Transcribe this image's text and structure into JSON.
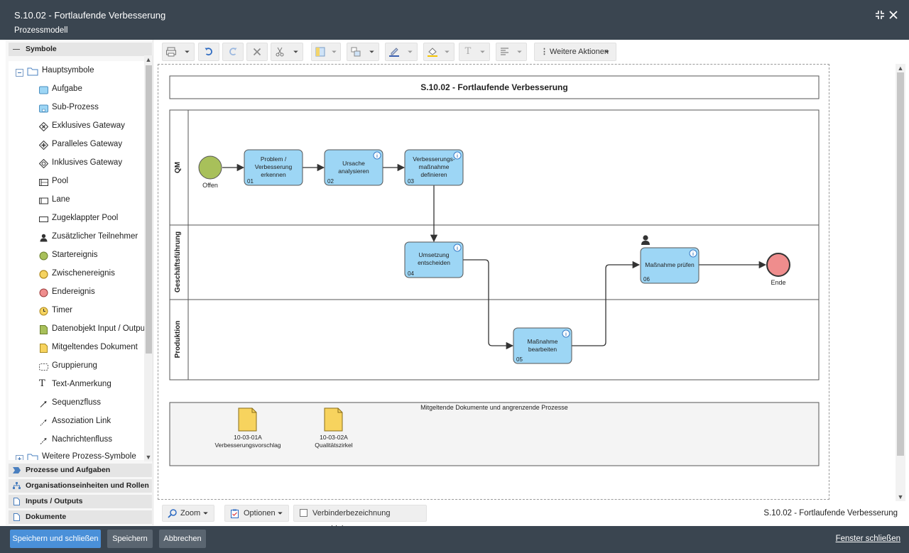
{
  "window": {
    "title": "S.10.02 - Fortlaufende Verbesserung",
    "subtitle": "Prozessmodell",
    "minimize_icon": "compress-icon",
    "close_icon": "close-icon"
  },
  "sidebar": {
    "section_symbole": "Symbole",
    "tree": {
      "group_main": "Hauptsymbole",
      "items": [
        {
          "label": "Aufgabe",
          "icon": "task-icon"
        },
        {
          "label": "Sub-Prozess",
          "icon": "subprocess-icon"
        },
        {
          "label": "Exklusives Gateway",
          "icon": "exclusive-gateway-icon"
        },
        {
          "label": "Paralleles Gateway",
          "icon": "parallel-gateway-icon"
        },
        {
          "label": "Inklusives Gateway",
          "icon": "inclusive-gateway-icon"
        },
        {
          "label": "Pool",
          "icon": "pool-icon"
        },
        {
          "label": "Lane",
          "icon": "lane-icon"
        },
        {
          "label": "Zugeklappter Pool",
          "icon": "collapsed-pool-icon"
        },
        {
          "label": "Zusätzlicher Teilnehmer",
          "icon": "participant-icon"
        },
        {
          "label": "Startereignis",
          "icon": "start-event-icon"
        },
        {
          "label": "Zwischenereignis",
          "icon": "intermediate-event-icon"
        },
        {
          "label": "Endereignis",
          "icon": "end-event-icon"
        },
        {
          "label": "Timer",
          "icon": "timer-icon"
        },
        {
          "label": "Datenobjekt Input / Output",
          "icon": "data-object-icon"
        },
        {
          "label": "Mitgeltendes Dokument",
          "icon": "document-icon"
        },
        {
          "label": "Gruppierung",
          "icon": "group-icon"
        },
        {
          "label": "Text-Anmerkung",
          "icon": "text-annotation-icon"
        },
        {
          "label": "Sequenzfluss",
          "icon": "sequence-flow-icon"
        },
        {
          "label": "Assoziation Link",
          "icon": "association-icon"
        },
        {
          "label": "Nachrichtenfluss",
          "icon": "message-flow-icon"
        }
      ],
      "group_more": "Weitere Prozess-Symbole"
    },
    "sections": [
      {
        "label": "Prozesse und Aufgaben",
        "icon": "process-icon"
      },
      {
        "label": "Organisationseinheiten und Rollen",
        "icon": "org-chart-icon"
      },
      {
        "label": "Inputs / Outputs",
        "icon": "file-icon"
      },
      {
        "label": "Dokumente",
        "icon": "file-icon"
      }
    ]
  },
  "toolbar": {
    "more_actions": "Weitere Aktionen"
  },
  "diagram": {
    "title": "S.10.02 - Fortlaufende Verbesserung",
    "lanes": [
      "QM",
      "Geschäftsführung",
      "Produktion"
    ],
    "start_label": "Offen",
    "end_label": "Ende",
    "tasks": [
      {
        "line1": "Problem /",
        "line2": "Verbesserung",
        "line3": "erkennen",
        "num": "01"
      },
      {
        "line1": "Ursache",
        "line2": "analysieren",
        "line3": "",
        "num": "02"
      },
      {
        "line1": "Verbesserungs-",
        "line2": "maßnahme",
        "line3": "definieren",
        "num": "03"
      },
      {
        "line1": "Umsetzung",
        "line2": "entscheiden",
        "line3": "",
        "num": "04"
      },
      {
        "line1": "Maßnahme",
        "line2": "bearbeiten",
        "line3": "",
        "num": "05"
      },
      {
        "line1": "Maßnahme prüfen",
        "line2": "",
        "line3": "",
        "num": "06"
      }
    ],
    "docs_title": "Mitgeltende Dokumente und angrenzende Prozesse",
    "docs": [
      {
        "code": "10-03-01A",
        "name": "Verbesserungsvorschlag"
      },
      {
        "code": "10-03-02A",
        "name": "Qualitätszirkel"
      }
    ]
  },
  "bottombar": {
    "zoom": "Zoom",
    "options": "Optionen",
    "connector_label": "Verbinderbezeichnung verschieben",
    "status": "S.10.02 - Fortlaufende Verbesserung"
  },
  "footer": {
    "save_close": "Speichern und schließen",
    "save": "Speichern",
    "cancel": "Abbrechen",
    "close_window": "Fenster schließen"
  },
  "colors": {
    "dark": "#3a4550",
    "primary": "#4a90d9",
    "task_fill": "#9dd6f5",
    "start_fill": "#a8c05a",
    "end_fill": "#ef8d8d",
    "doc_fill": "#f7d35e"
  }
}
